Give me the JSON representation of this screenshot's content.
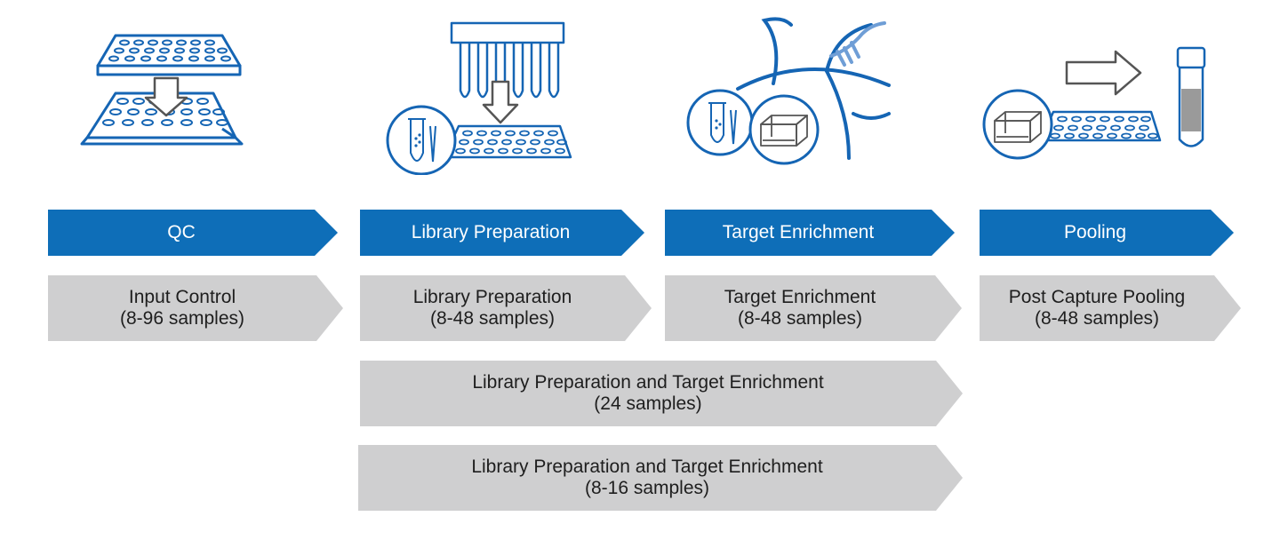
{
  "icons": [
    {
      "name": "plate-transfer-icon"
    },
    {
      "name": "library-prep-icon"
    },
    {
      "name": "target-enrichment-icon"
    },
    {
      "name": "pooling-icon"
    }
  ],
  "stages": [
    {
      "label": "QC"
    },
    {
      "label": "Library Preparation"
    },
    {
      "label": "Target Enrichment"
    },
    {
      "label": "Pooling"
    }
  ],
  "steps": [
    {
      "line1": "Input Control",
      "line2": "(8-96 samples)"
    },
    {
      "line1": "Library Preparation",
      "line2": "(8-48 samples)"
    },
    {
      "line1": "Target Enrichment",
      "line2": "(8-48 samples)"
    },
    {
      "line1": "Post Capture Pooling",
      "line2": "(8-48 samples)"
    }
  ],
  "combined_steps": [
    {
      "line1": "Library Preparation and Target Enrichment",
      "line2": "(24 samples)"
    },
    {
      "line1": "Library Preparation and Target Enrichment",
      "line2": "(8-16 samples)"
    }
  ],
  "colors": {
    "stage_blue": "#0e6eb8",
    "step_gray": "#cfcfd0",
    "icon_blue": "#1565b4",
    "icon_light_blue": "#6f9ed6"
  }
}
